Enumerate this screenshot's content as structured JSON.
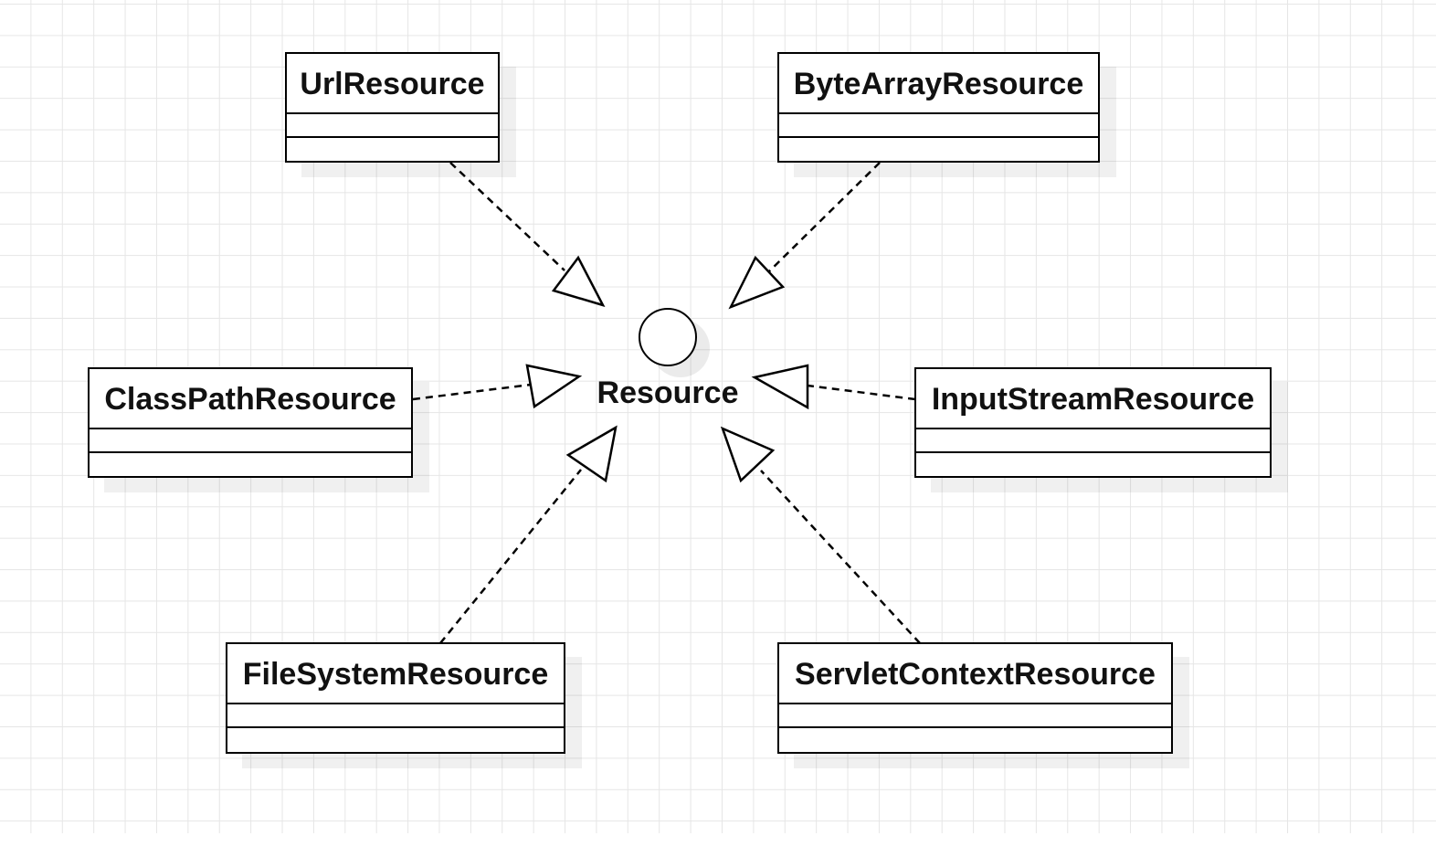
{
  "interface": {
    "name": "Resource"
  },
  "classes": [
    {
      "id": "url",
      "name": "UrlResource"
    },
    {
      "id": "bytearray",
      "name": "ByteArrayResource"
    },
    {
      "id": "classpath",
      "name": "ClassPathResource"
    },
    {
      "id": "inputstream",
      "name": "InputStreamResource"
    },
    {
      "id": "filesystem",
      "name": "FileSystemResource"
    },
    {
      "id": "servletcontext",
      "name": "ServletContextResource"
    }
  ],
  "relations": [
    {
      "from": "UrlResource",
      "to": "Resource",
      "type": "realization"
    },
    {
      "from": "ByteArrayResource",
      "to": "Resource",
      "type": "realization"
    },
    {
      "from": "ClassPathResource",
      "to": "Resource",
      "type": "realization"
    },
    {
      "from": "InputStreamResource",
      "to": "Resource",
      "type": "realization"
    },
    {
      "from": "FileSystemResource",
      "to": "Resource",
      "type": "realization"
    },
    {
      "from": "ServletContextResource",
      "to": "Resource",
      "type": "realization"
    }
  ]
}
